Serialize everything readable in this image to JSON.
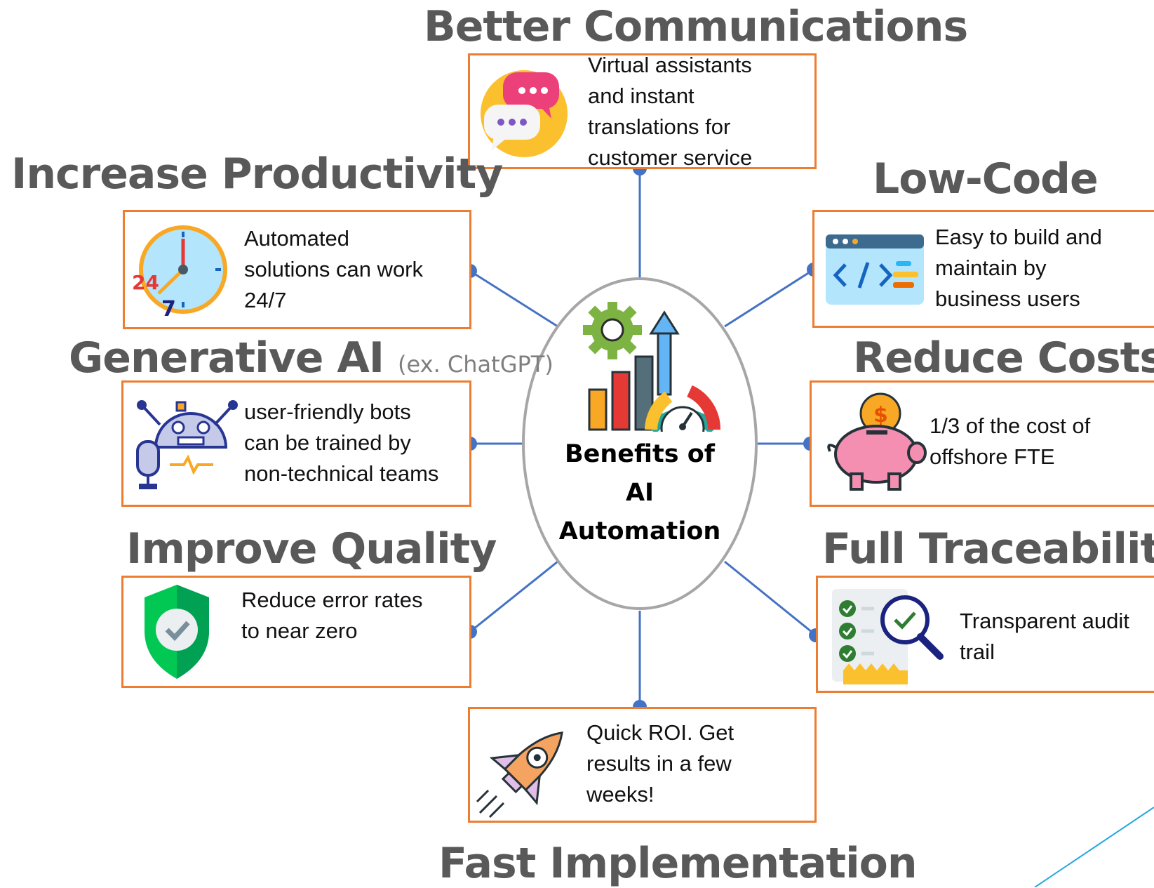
{
  "center": {
    "lines": [
      "Benefits of",
      "AI",
      "Automation"
    ]
  },
  "headings": {
    "better_communications": "Better Communications",
    "increase_productivity": "Increase Productivity",
    "low_code": "Low-Code",
    "generative_ai": "Generative AI",
    "generative_ai_sub": "(ex. ChatGPT)",
    "reduce_costs": "Reduce Costs",
    "improve_quality": "Improve Quality",
    "full_traceability": "Full Traceability",
    "fast_implementation": "Fast Implementation"
  },
  "boxes": {
    "communications": [
      "Virtual assistants",
      "and instant",
      "translations for",
      "customer service"
    ],
    "productivity": [
      "Automated",
      "solutions can work",
      "24/7"
    ],
    "low_code": [
      "Easy to build and",
      "maintain by",
      "business users"
    ],
    "generative_ai": [
      "user-friendly bots",
      "can be trained by",
      "non-technical teams"
    ],
    "reduce_costs": [
      "1/3 of the cost of",
      "offshore FTE"
    ],
    "quality": [
      "Reduce error rates",
      "to near zero"
    ],
    "traceability": [
      "Transparent audit",
      "trail"
    ],
    "implementation": [
      "Quick ROI. Get",
      "results in a few",
      "weeks!"
    ]
  },
  "colors": {
    "box_border": "#ed7d31",
    "connector": "#4472c4",
    "heading": "#595959",
    "ellipse_border": "#a6a6a6"
  },
  "icons": {
    "communications": "chat-bubbles-icon",
    "productivity": "clock-24-7-icon",
    "low_code": "code-window-icon",
    "generative_ai": "robot-microphone-icon",
    "reduce_costs": "piggy-bank-icon",
    "quality": "shield-check-icon",
    "traceability": "audit-magnifier-icon",
    "implementation": "rocket-icon",
    "center": "gear-growth-chart-icon"
  }
}
